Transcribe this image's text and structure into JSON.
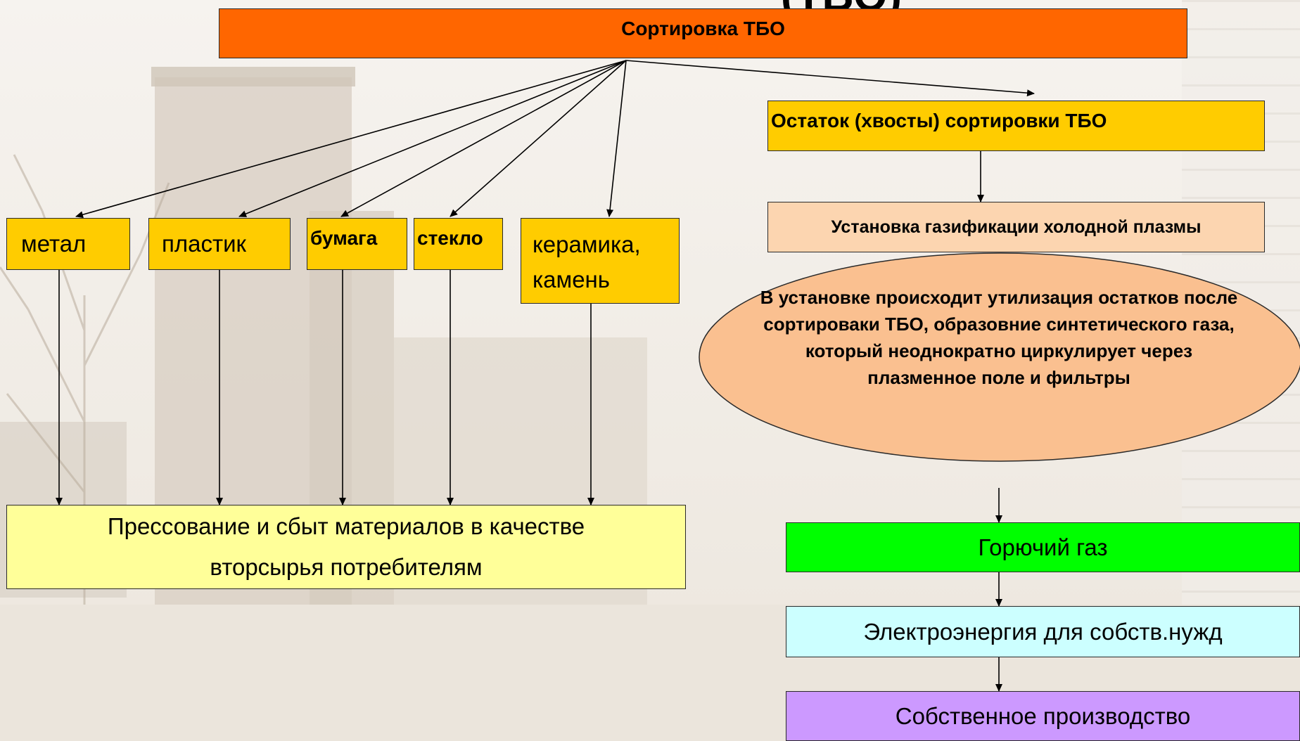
{
  "header_fragment": "(ТБО)",
  "sorting": "Сортировка ТБО",
  "materials": {
    "metal": "метал",
    "plastic": "пластик",
    "paper": "бумага",
    "glass": "стекло",
    "ceramics": "керамика, камень"
  },
  "pressing": "Прессование и сбыт материалов в качестве вторсырья потребителям",
  "residue": "Остаток (хвосты) сортировки ТБО",
  "plant": "Установка газификации холодной плазмы",
  "process_description": "В установке происходит утилизация остатков после сортироваки ТБО, образовние синтетического газа, который неоднократно циркулирует через плазменное поле и фильтры",
  "gas": "Горючий газ",
  "electricity": "Электроэнергия для собств.нужд",
  "production": "Собственное производство",
  "colors": {
    "sorting": "#ff6600",
    "materials": "#ffcc00",
    "residue": "#ffcc00",
    "plant": "#fcd5b0",
    "ellipse": "#fac090",
    "pressing": "#ffff99",
    "gas": "#00ff00",
    "electricity": "#ccffff",
    "production": "#cc99ff"
  }
}
